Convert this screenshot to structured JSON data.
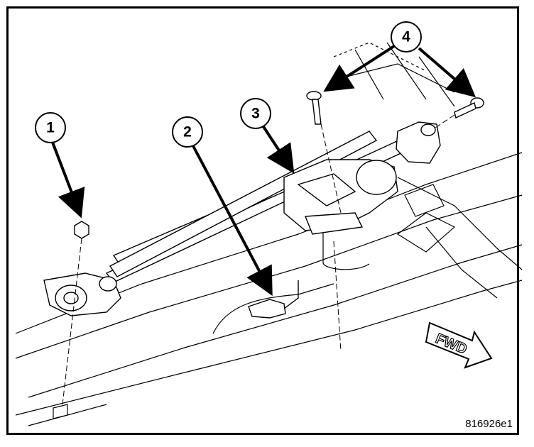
{
  "callouts": [
    {
      "number": "1"
    },
    {
      "number": "2"
    },
    {
      "number": "3"
    },
    {
      "number": "4"
    }
  ],
  "direction_label": "FWD",
  "figure_id": "816926e1"
}
